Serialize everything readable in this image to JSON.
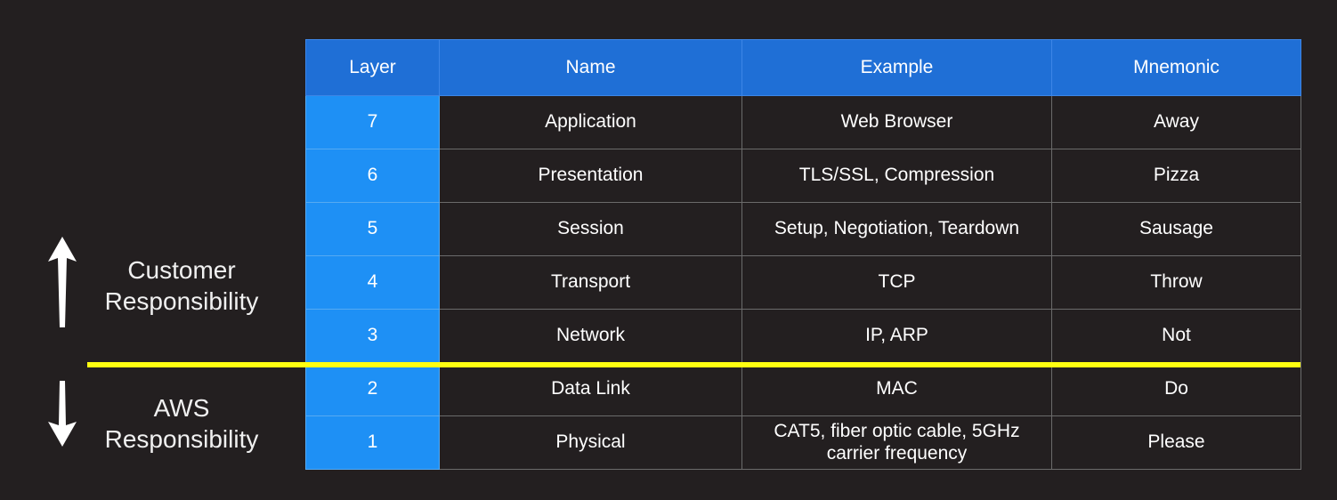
{
  "table": {
    "headers": [
      "Layer",
      "Name",
      "Example",
      "Mnemonic"
    ],
    "rows": [
      {
        "layer": "7",
        "name": "Application",
        "example": "Web Browser",
        "mnemonic": "Away"
      },
      {
        "layer": "6",
        "name": "Presentation",
        "example": "TLS/SSL, Compression",
        "mnemonic": "Pizza"
      },
      {
        "layer": "5",
        "name": "Session",
        "example": "Setup, Negotiation, Teardown",
        "mnemonic": "Sausage"
      },
      {
        "layer": "4",
        "name": "Transport",
        "example": "TCP",
        "mnemonic": "Throw"
      },
      {
        "layer": "3",
        "name": "Network",
        "example": "IP, ARP",
        "mnemonic": "Not"
      },
      {
        "layer": "2",
        "name": "Data Link",
        "example": "MAC",
        "mnemonic": "Do"
      },
      {
        "layer": "1",
        "name": "Physical",
        "example": "CAT5, fiber optic cable, 5GHz carrier frequency",
        "mnemonic": "Please"
      }
    ]
  },
  "customer": {
    "line1": "Customer",
    "line2": "Responsibility",
    "icon": "arrow-up-icon"
  },
  "aws": {
    "line1": "AWS",
    "line2": "Responsibility",
    "icon": "arrow-down-icon"
  },
  "colors": {
    "background": "#231f20",
    "header": "#1f6fd6",
    "layer_column": "#1e90f5",
    "divider": "#ffff10"
  }
}
